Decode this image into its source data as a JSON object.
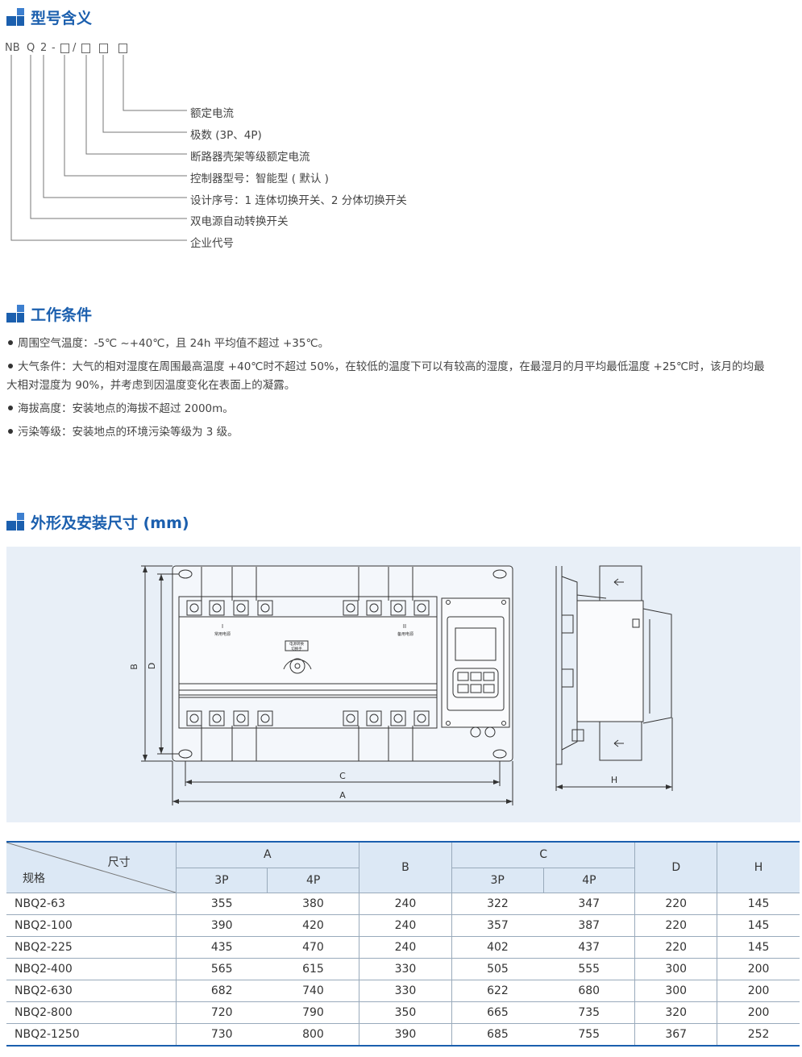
{
  "sections": {
    "model": {
      "title": "型号含义"
    },
    "conditions": {
      "title": "工作条件"
    },
    "dimensions": {
      "title": "外形及安装尺寸 (mm)"
    }
  },
  "model_code": {
    "nb": "NB",
    "q": "Q",
    "two": "2",
    "dash": "-",
    "slash": "/"
  },
  "model_legend": [
    "额定电流",
    "极数 (3P、4P)",
    "断路器壳架等级额定电流",
    "控制器型号：智能型 ( 默认 )",
    "设计序号：1 连体切换开关、2 分体切换开关",
    "双电源自动转换开关",
    "企业代号"
  ],
  "conditions": [
    "周围空气温度：-5℃ ~+40℃，且 24h 平均值不超过 +35℃。",
    "大气条件：大气的相对湿度在周围最高温度 +40℃时不超过 50%，在较低的温度下可以有较高的湿度，在最湿月的月平均最低温度 +25℃时，该月的均最",
    "大相对湿度为 90%，并考虑到因温度变化在表面上的凝露。",
    "海拔高度：安装地点的海拔不超过 2000m。",
    "污染等级：安装地点的环境污染等级为 3 级。"
  ],
  "drawing": {
    "label_b": "B",
    "label_d": "D",
    "label_c": "C",
    "label_a": "A",
    "label_h": "H",
    "label_i": "I",
    "label_ii": "II",
    "label_common": "常用电源",
    "label_backup": "备用电源",
    "label_knob": "电源转换",
    "label_knob2": "切换手"
  },
  "table": {
    "corner_top": "尺寸",
    "corner_bottom": "规格",
    "col_a": "A",
    "col_b": "B",
    "col_c": "C",
    "col_d": "D",
    "col_h": "H",
    "sub_3p": "3P",
    "sub_4p": "4P",
    "rows": [
      [
        "NBQ2-63",
        "355",
        "380",
        "240",
        "322",
        "347",
        "220",
        "145"
      ],
      [
        "NBQ2-100",
        "390",
        "420",
        "240",
        "357",
        "387",
        "220",
        "145"
      ],
      [
        "NBQ2-225",
        "435",
        "470",
        "240",
        "402",
        "437",
        "220",
        "145"
      ],
      [
        "NBQ2-400",
        "565",
        "615",
        "330",
        "505",
        "555",
        "300",
        "200"
      ],
      [
        "NBQ2-630",
        "682",
        "740",
        "330",
        "622",
        "680",
        "300",
        "200"
      ],
      [
        "NBQ2-800",
        "720",
        "790",
        "350",
        "665",
        "735",
        "320",
        "200"
      ],
      [
        "NBQ2-1250",
        "730",
        "800",
        "390",
        "685",
        "755",
        "367",
        "252"
      ]
    ]
  }
}
